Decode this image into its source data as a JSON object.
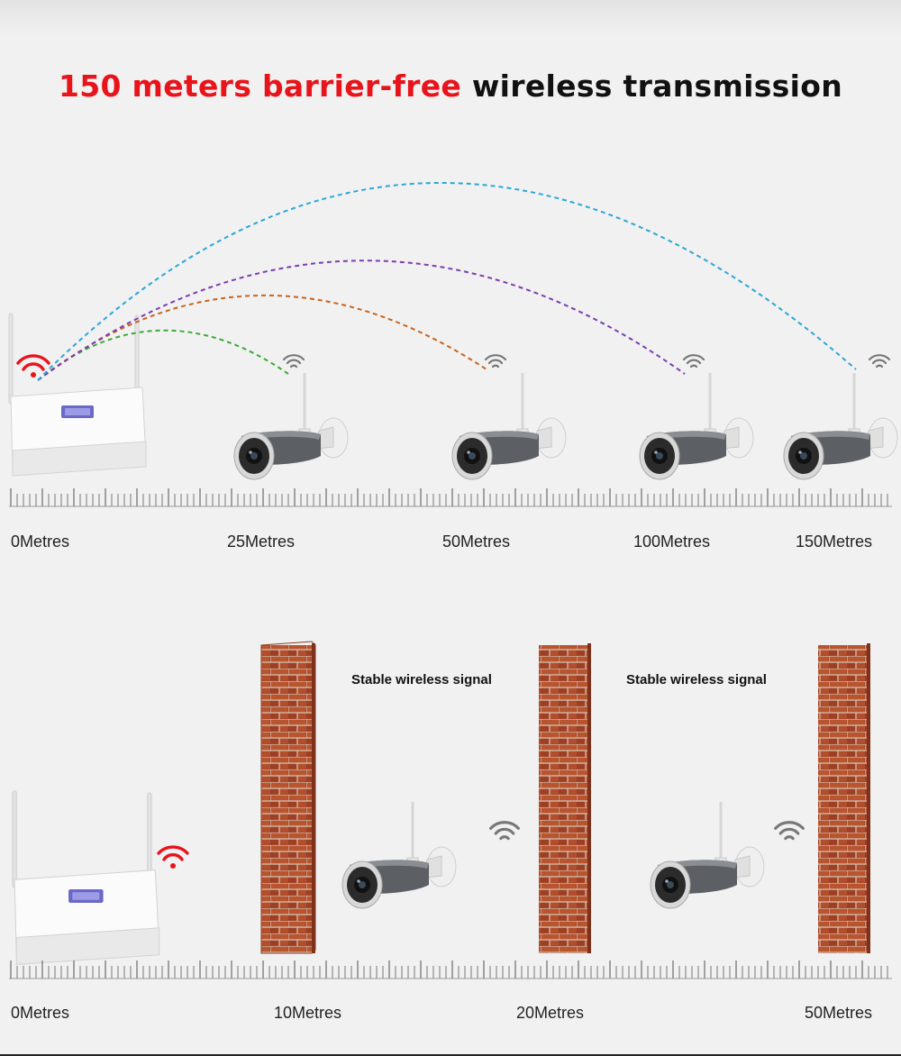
{
  "headline": {
    "highlight": "150 meters barrier-free",
    "rest": "wireless transmission",
    "highlight_color": "#e8141b",
    "rest_color": "#111111"
  },
  "section_open": {
    "distance_labels": [
      "0Metres",
      "25Metres",
      "50Metres",
      "100Metres",
      "150Metres"
    ],
    "arc_colors": [
      "#3aaa35",
      "#c8641e",
      "#7a3fb0",
      "#2aa7d6"
    ]
  },
  "section_walls": {
    "distance_labels": [
      "0Metres",
      "10Metres",
      "20Metres",
      "50Metres"
    ],
    "notes": [
      "Stable wireless signal",
      "Stable wireless signal"
    ]
  },
  "icons": {
    "wifi_active_color": "#e8141b",
    "wifi_idle_color": "#777777",
    "brick_color": "#a9472a"
  }
}
